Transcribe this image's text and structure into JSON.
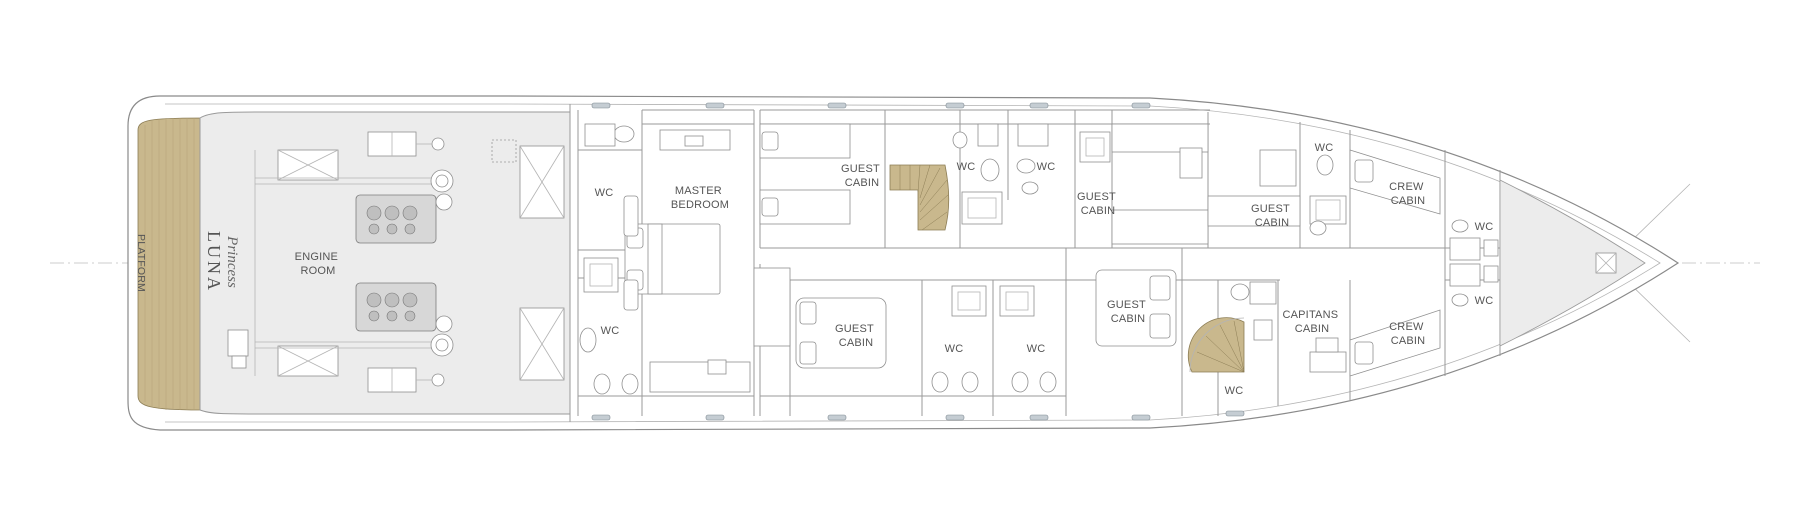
{
  "rooms": {
    "platform": "PLATFORM",
    "engine_room": [
      "ENGINE",
      "ROOM"
    ],
    "master_bedroom": [
      "MASTER",
      "BEDROOM"
    ],
    "guest_cabin": [
      "GUEST",
      "CABIN"
    ],
    "capitans_cabin": [
      "CAPITANS",
      "CABIN"
    ],
    "crew_cabin": [
      "CREW",
      "CABIN"
    ],
    "wc": "WC"
  },
  "brand": {
    "script": "Princess",
    "name": "LUNA"
  },
  "colors": {
    "teak": "#c9b88d",
    "engine_room": "#ececec",
    "line": "#9a9a9a",
    "porthole": "#c5cdd3"
  }
}
